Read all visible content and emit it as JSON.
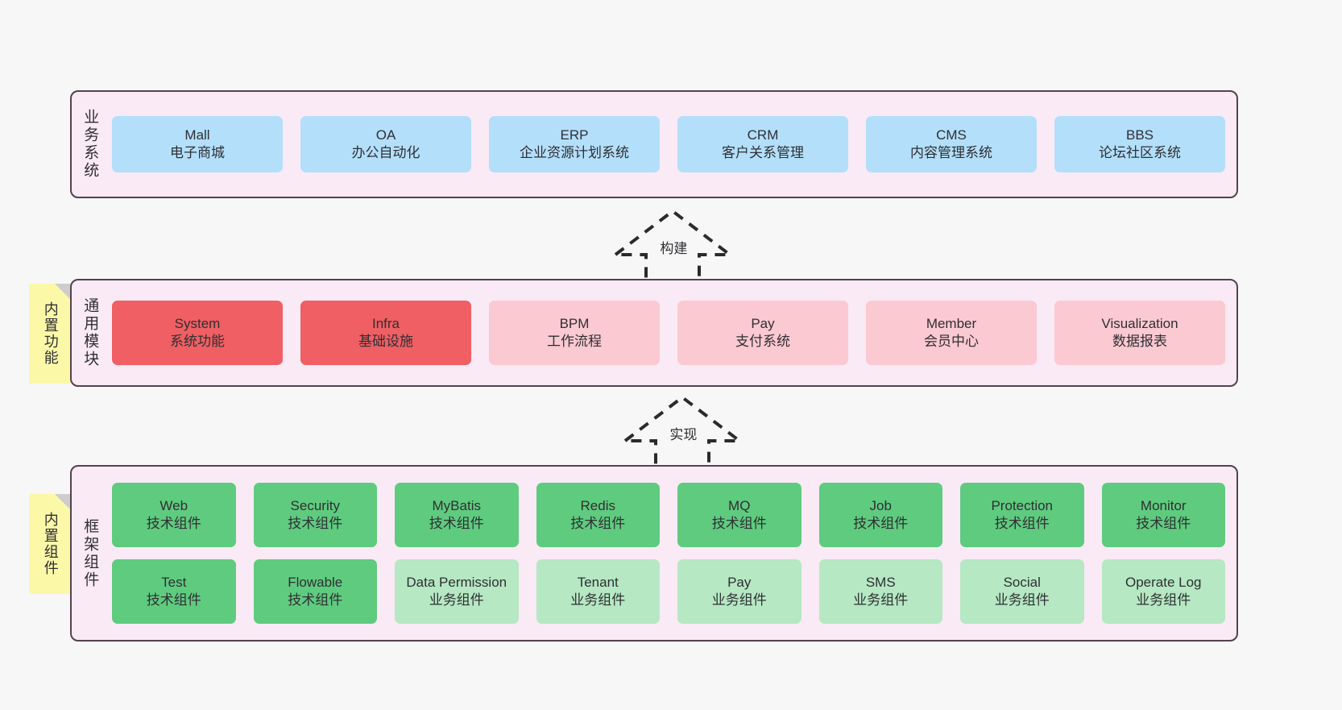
{
  "layers": [
    {
      "id": "business",
      "title": "业务系统",
      "rows": [
        {
          "items": [
            {
              "name": "Mall",
              "sub": "电子商城",
              "color": "#b3dffb",
              "style": "c-blue"
            },
            {
              "name": "OA",
              "sub": "办公自动化",
              "color": "#b3dffb",
              "style": "c-blue"
            },
            {
              "name": "ERP",
              "sub": "企业资源计划系统",
              "color": "#b3dffb",
              "style": "c-blue"
            },
            {
              "name": "CRM",
              "sub": "客户关系管理",
              "color": "#b3dffb",
              "style": "c-blue"
            },
            {
              "name": "CMS",
              "sub": "内容管理系统",
              "color": "#b3dffb",
              "style": "c-blue"
            },
            {
              "name": "BBS",
              "sub": "论坛社区系统",
              "color": "#b3dffb",
              "style": "c-blue"
            }
          ]
        }
      ]
    },
    {
      "id": "common",
      "title": "通用模块",
      "rows": [
        {
          "items": [
            {
              "name": "System",
              "sub": "系统功能",
              "color": "#ef5f63",
              "style": "c-red"
            },
            {
              "name": "Infra",
              "sub": "基础设施",
              "color": "#ef5f63",
              "style": "c-red"
            },
            {
              "name": "BPM",
              "sub": "工作流程",
              "color": "#fbc9d2",
              "style": "c-pink"
            },
            {
              "name": "Pay",
              "sub": "支付系统",
              "color": "#fbc9d2",
              "style": "c-pink"
            },
            {
              "name": "Member",
              "sub": "会员中心",
              "color": "#fbc9d2",
              "style": "c-pink"
            },
            {
              "name": "Visualization",
              "sub": "数据报表",
              "color": "#fbc9d2",
              "style": "c-pink"
            }
          ]
        }
      ]
    },
    {
      "id": "framework",
      "title": "框架组件",
      "rows": [
        {
          "items": [
            {
              "name": "Web",
              "sub": "技术组件",
              "color": "#5fcb7f",
              "style": "c-green"
            },
            {
              "name": "Security",
              "sub": "技术组件",
              "color": "#5fcb7f",
              "style": "c-green"
            },
            {
              "name": "MyBatis",
              "sub": "技术组件",
              "color": "#5fcb7f",
              "style": "c-green"
            },
            {
              "name": "Redis",
              "sub": "技术组件",
              "color": "#5fcb7f",
              "style": "c-green"
            },
            {
              "name": "MQ",
              "sub": "技术组件",
              "color": "#5fcb7f",
              "style": "c-green"
            },
            {
              "name": "Job",
              "sub": "技术组件",
              "color": "#5fcb7f",
              "style": "c-green"
            },
            {
              "name": "Protection",
              "sub": "技术组件",
              "color": "#5fcb7f",
              "style": "c-green"
            },
            {
              "name": "Monitor",
              "sub": "技术组件",
              "color": "#5fcb7f",
              "style": "c-green"
            }
          ]
        },
        {
          "items": [
            {
              "name": "Test",
              "sub": "技术组件",
              "color": "#5fcb7f",
              "style": "c-green"
            },
            {
              "name": "Flowable",
              "sub": "技术组件",
              "color": "#5fcb7f",
              "style": "c-green"
            },
            {
              "name": "Data Permission",
              "sub": "业务组件",
              "color": "#b5e8c3",
              "style": "c-greenlight",
              "wrap": true
            },
            {
              "name": "Tenant",
              "sub": "业务组件",
              "color": "#b5e8c3",
              "style": "c-greenlight"
            },
            {
              "name": "Pay",
              "sub": "业务组件",
              "color": "#b5e8c3",
              "style": "c-greenlight"
            },
            {
              "name": "SMS",
              "sub": "业务组件",
              "color": "#b5e8c3",
              "style": "c-greenlight"
            },
            {
              "name": "Social",
              "sub": "业务组件",
              "color": "#b5e8c3",
              "style": "c-greenlight"
            },
            {
              "name": "Operate Log",
              "sub": "业务组件",
              "color": "#b5e8c3",
              "style": "c-greenlight"
            }
          ]
        }
      ]
    }
  ],
  "sticky_notes": [
    {
      "id": "common",
      "label": "内置功能",
      "color": "#fbf8a8"
    },
    {
      "id": "framework",
      "label": "内置组件",
      "color": "#fbf8a8"
    }
  ],
  "arrows": [
    {
      "id": "build",
      "label": "构建",
      "style": "dashed",
      "direction": "up"
    },
    {
      "id": "impl",
      "label": "实现",
      "style": "dashed",
      "direction": "up"
    }
  ],
  "theme": {
    "background": "#f7f7f8",
    "container_fill": "#f9eaf5",
    "container_border": "#55424e",
    "text": "#2f2f33",
    "arrow_stroke": "#2b2b2b"
  }
}
